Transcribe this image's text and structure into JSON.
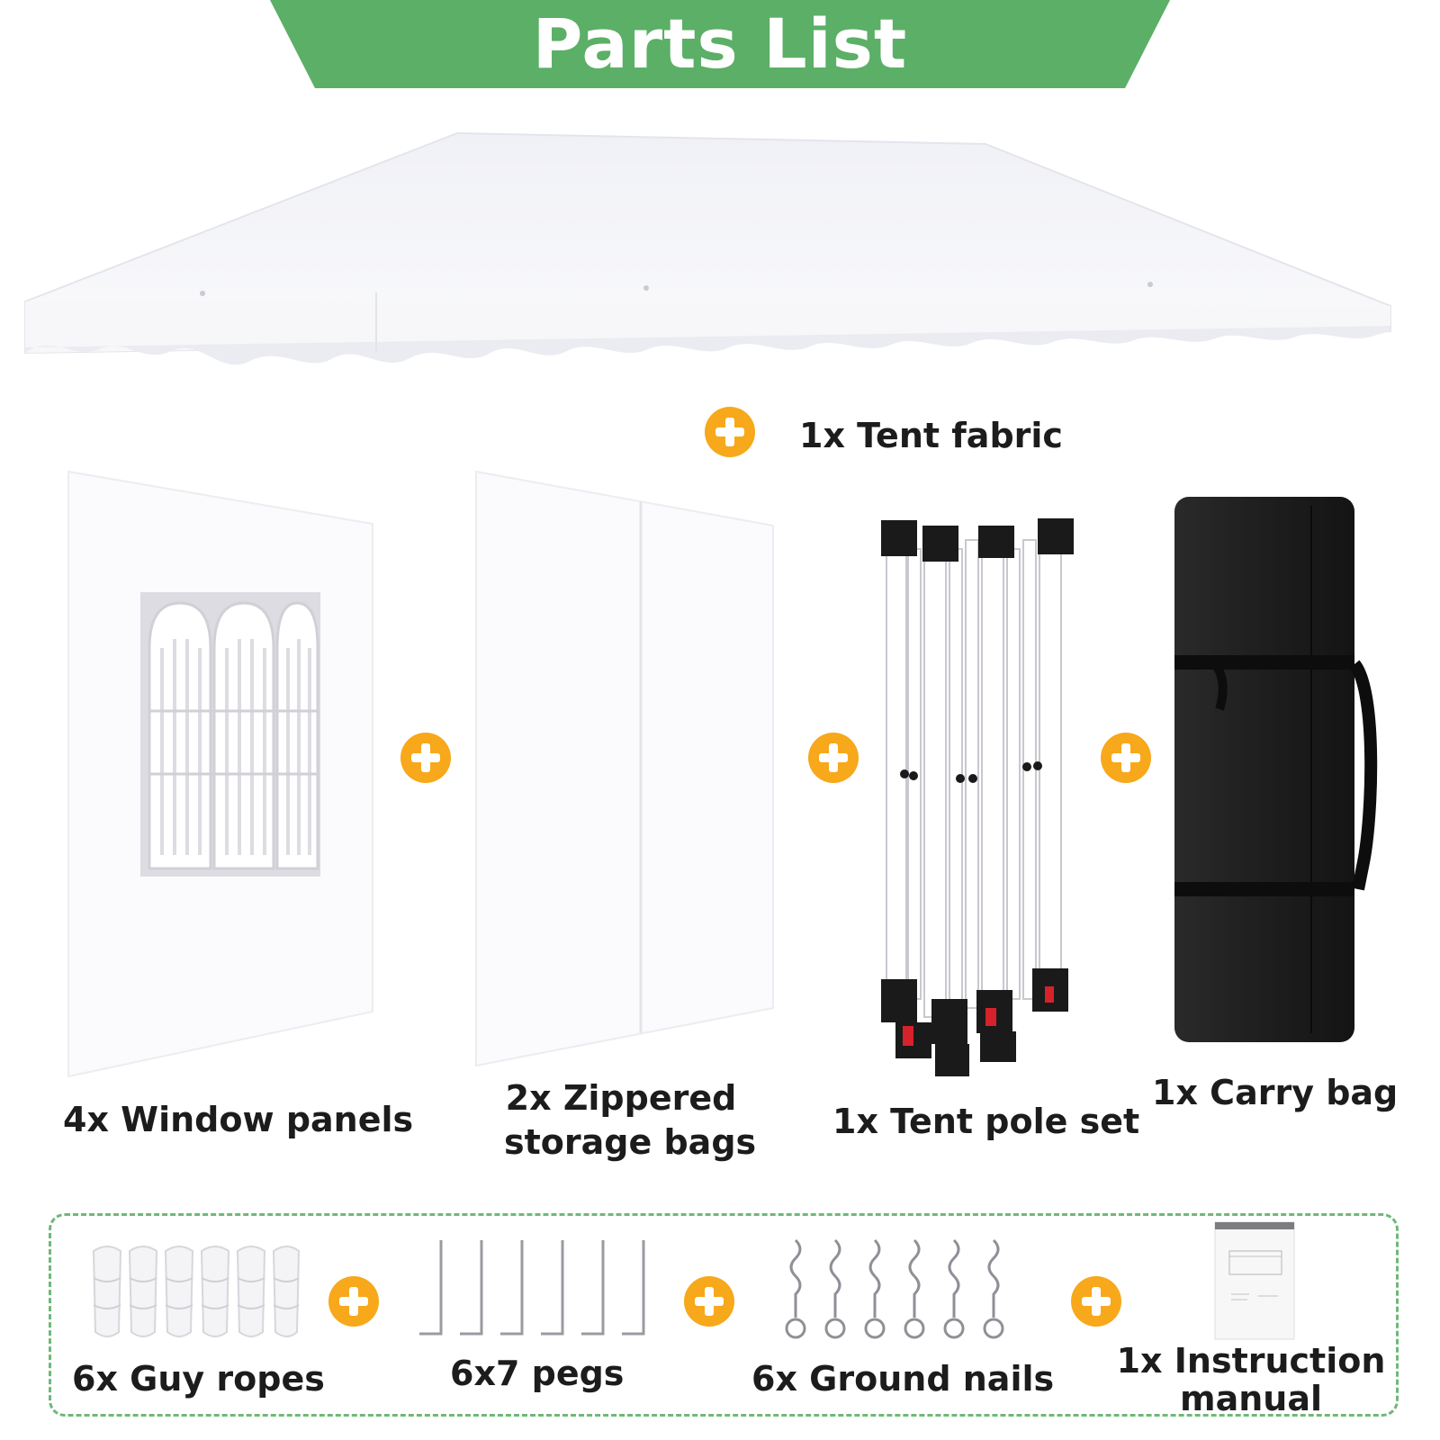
{
  "header": {
    "title": "Parts List"
  },
  "items": {
    "tent_fabric": "1x Tent fabric",
    "window_panels": "4x Window panels",
    "storage_bags_line1": "2x Zippered",
    "storage_bags_line2": "storage bags",
    "pole_set": "1x Tent pole set",
    "carry_bag": "1x Carry bag",
    "guy_ropes": "6x Guy ropes",
    "pegs": "6x7 pegs",
    "ground_nails": "6x Ground nails",
    "manual_line1": "1x Instruction",
    "manual_line2": "manual"
  },
  "colors": {
    "banner": "#5caf66",
    "plus": "#f7a81b",
    "dashed_border": "#6fb879",
    "bag": "#1e1e1e"
  },
  "icons": [
    "plus-icon",
    "tent-fabric-image",
    "window-panel-image",
    "storage-bag-image",
    "pole-set-image",
    "carry-bag-image",
    "guy-rope-image",
    "peg-image",
    "ground-nail-image",
    "manual-image"
  ]
}
